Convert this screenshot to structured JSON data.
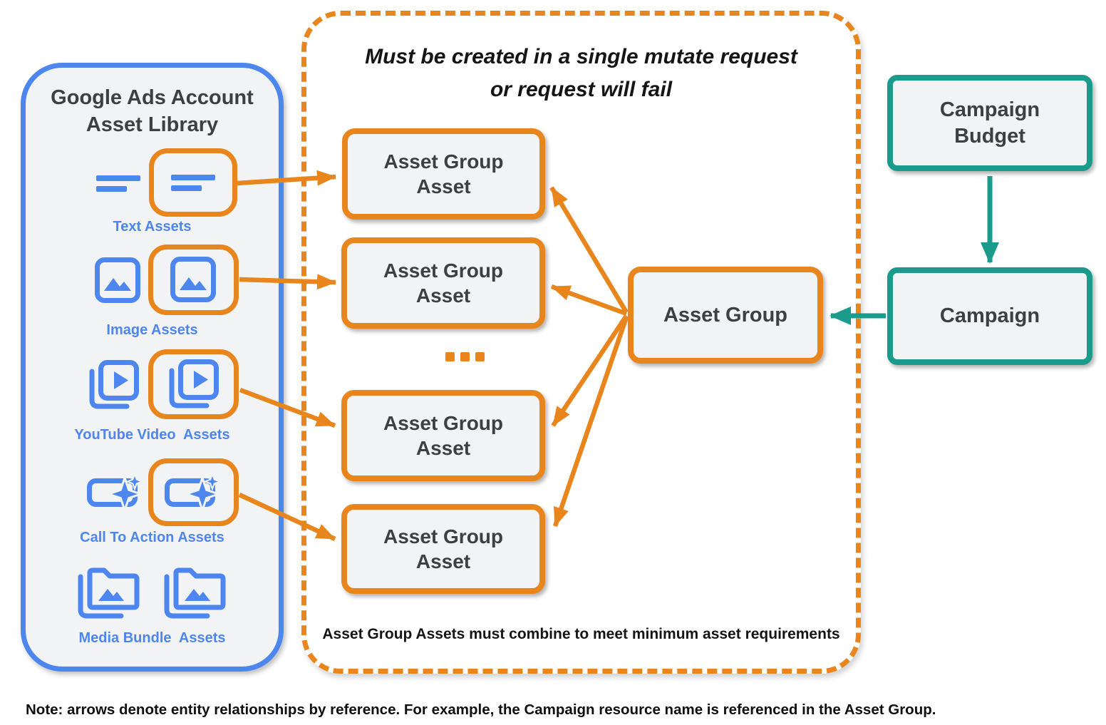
{
  "colors": {
    "orange": "#E8851C",
    "blue": "#4C86EE",
    "teal": "#1A9B8B",
    "box_fill": "#F1F3F4",
    "text_dark": "#3C4043"
  },
  "library": {
    "title_line1": "Google Ads Account",
    "title_line2": "Asset Library",
    "items": [
      {
        "label": "Text Assets"
      },
      {
        "label": "Image Assets"
      },
      {
        "label": "YouTube Video  Assets"
      },
      {
        "label": "Call To Action Assets"
      },
      {
        "label": "Media Bundle  Assets"
      }
    ]
  },
  "mutate_area": {
    "title_line1": "Must be created in a single mutate request",
    "title_line2": "or request will fail",
    "asset_group_asset": {
      "line1": "Asset Group",
      "line2": "Asset"
    },
    "ellipsis": "...",
    "caption": "Asset Group Assets must combine to meet minimum asset requirements"
  },
  "entities": {
    "asset_group": "Asset Group",
    "campaign_budget_line1": "Campaign",
    "campaign_budget_line2": "Budget",
    "campaign": "Campaign"
  },
  "note": "Note: arrows denote entity relationships by reference. For example, the Campaign resource name is referenced in the Asset Group."
}
